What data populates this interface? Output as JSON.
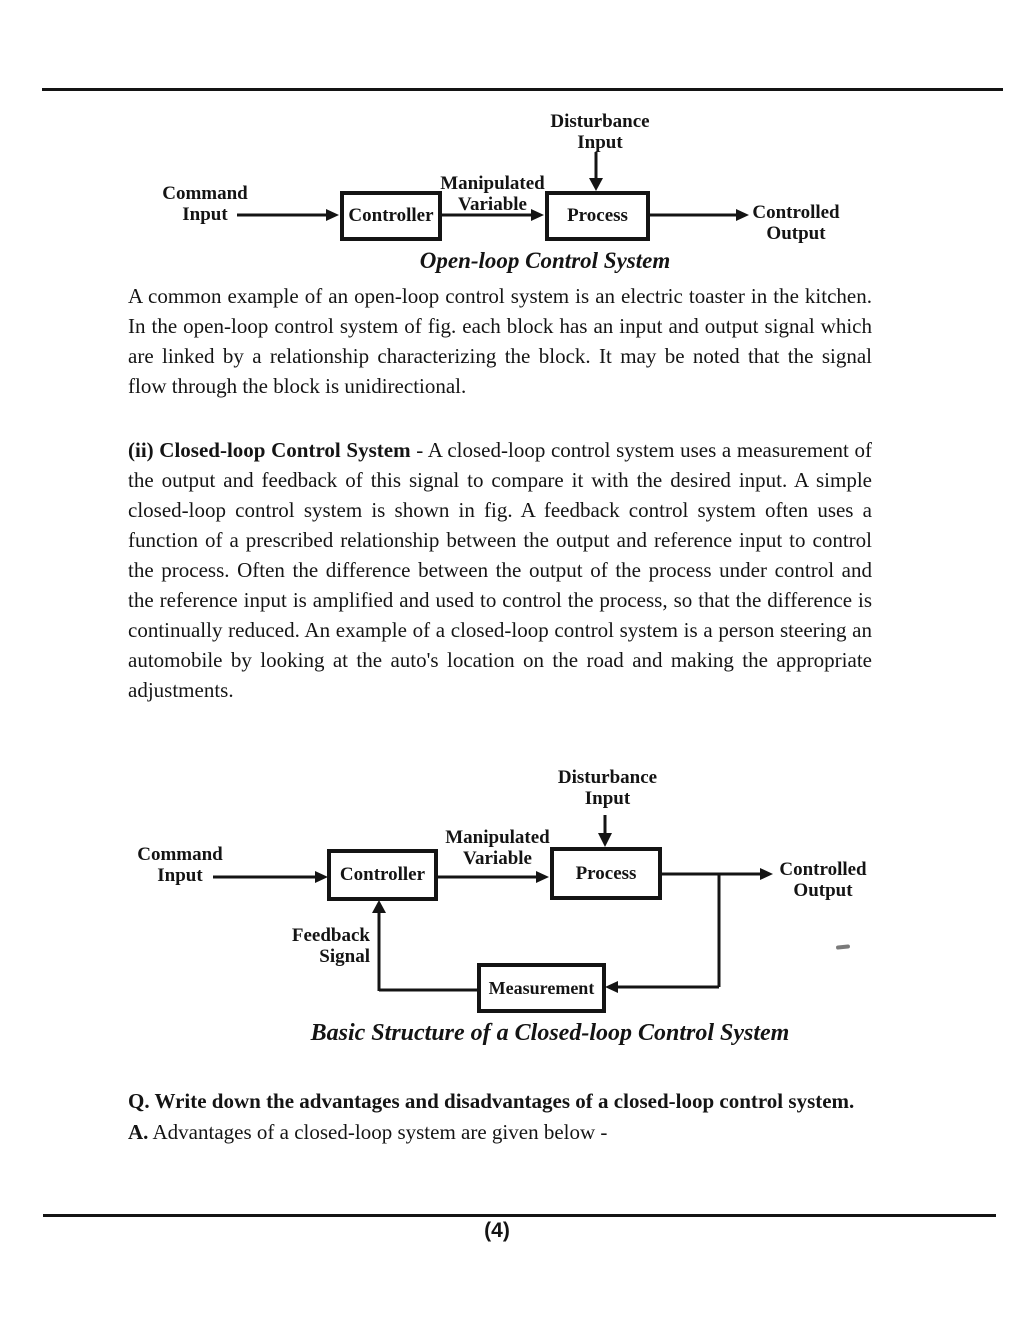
{
  "open_loop": {
    "caption": "Open-loop Control System",
    "disturbance": [
      "Disturbance",
      "Input"
    ],
    "command": [
      "Command",
      "Input"
    ],
    "manipulated": [
      "Manipulated",
      "Variable"
    ],
    "controlled": [
      "Controlled",
      "Output"
    ],
    "controller_block": "Controller",
    "process_block": "Process"
  },
  "paragraphs": {
    "open_loop_text": "A common example of an open-loop control system is an electric toaster in the kitchen. In the open-loop control system of fig. each block has an input and output signal which are linked by a relationship characterizing the block. It may be noted that the signal flow through the block is unidirectional."
  },
  "closed_loop_section": {
    "heading": "(ii) Closed-loop Control System",
    "body": " - A closed-loop control system uses a measurement of the output and feedback of this signal to compare it with the desired input. A simple closed-loop control system is shown in fig. A feedback control system often uses a function of a prescribed relationship between the output and reference input to control the process. Often the difference between the output of the process under control and the reference input is amplified and used to control the process, so that the difference is continually reduced. An example of a closed-loop control system is a person steering an automobile by looking at the auto's location on the road and making the appropriate adjustments."
  },
  "closed_loop": {
    "caption": "Basic Structure of a Closed-loop Control System",
    "disturbance": [
      "Disturbance",
      "Input"
    ],
    "command": [
      "Command",
      "Input"
    ],
    "manipulated": [
      "Manipulated",
      "Variable"
    ],
    "controlled": [
      "Controlled",
      "Output"
    ],
    "feedback": [
      "Feedback",
      "Signal"
    ],
    "controller_block": "Controller",
    "process_block": "Process",
    "measurement_block": "Measurement"
  },
  "qa": {
    "question": "Q. Write down the advantages and disadvantages of a closed-loop control system.",
    "answer_prefix": "A.",
    "answer_text": " Advantages of a closed-loop system are given below -"
  },
  "footer": {
    "page_number": "(4)"
  }
}
